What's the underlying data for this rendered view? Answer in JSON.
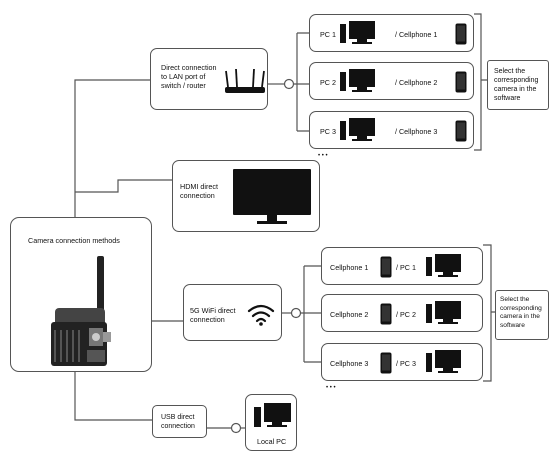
{
  "main_hub": {
    "title": "Camera connection methods"
  },
  "lan": {
    "label": "Direct connection\nto LAN port of\nswitch / router",
    "devices": [
      {
        "pc": "PC 1",
        "phone": "/ Cellphone 1"
      },
      {
        "pc": "PC 2",
        "phone": "/ Cellphone 2"
      },
      {
        "pc": "PC 3",
        "phone": "/ Cellphone 3"
      }
    ],
    "ellipsis": "• • •",
    "note": "Select the\ncorresponding\ncamera in the\nsoftware"
  },
  "hdmi": {
    "label": "HDMI direct\nconnection"
  },
  "wifi": {
    "label": "5G WiFi direct\nconnection",
    "devices": [
      {
        "phone": "Cellphone 1",
        "pc": "/ PC 1"
      },
      {
        "phone": "Cellphone 2",
        "pc": "/ PC 2"
      },
      {
        "phone": "Cellphone 3",
        "pc": "/ PC 3"
      }
    ],
    "ellipsis": "• • •",
    "note": "Select the\ncorresponding\ncamera in the\nsoftware"
  },
  "usb": {
    "label": "USB direct\nconnection",
    "target": "Local PC"
  },
  "colors": {
    "line": "#555555",
    "device": "#111111",
    "border": "#555555"
  },
  "icons": [
    "router-icon",
    "monitor-icon",
    "pc-icon",
    "phone-icon",
    "wifi-icon",
    "camera-icon"
  ]
}
